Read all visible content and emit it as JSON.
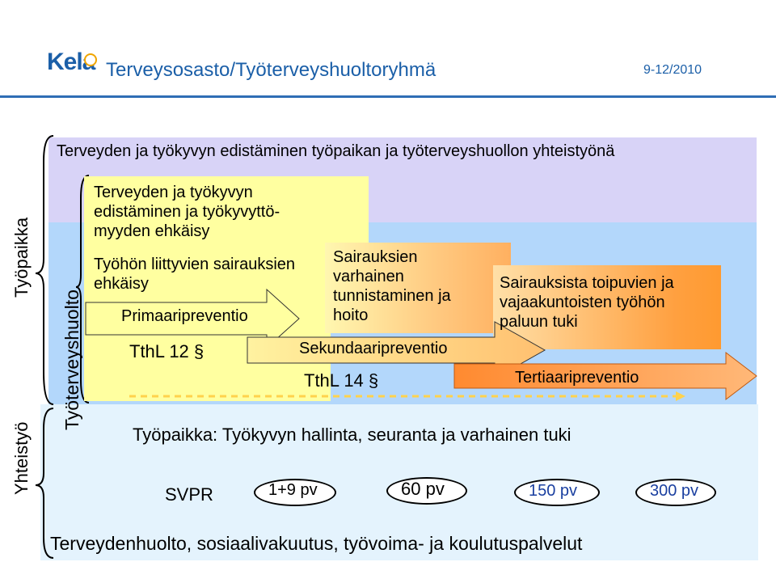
{
  "header": {
    "logo": "Kela",
    "title": "Terveysosasto/Työterveyshuoltoryhmä",
    "date": "9-12/2010"
  },
  "side_labels": {
    "tyopaikka": "Työpaikka",
    "yhteistyo": "Yhteistyö",
    "tyoterveyshuolto": "Työterveyshuolto"
  },
  "main_title": "Terveyden ja työkyvyn edistäminen työpaikan ja työterveyshuollon yhteistyönä",
  "primary": {
    "promotion_lines": [
      "Terveyden ja työkyvyn",
      "edistäminen ja työkyvyttö-",
      "myyden ehkäisy"
    ],
    "prevention_lines": [
      "Työhön liittyvien sairauksien",
      "ehkäisy"
    ],
    "label": "Primaaripreventio",
    "law": "TthL 12 §"
  },
  "secondary": {
    "lines": [
      "Sairauksien",
      "varhainen",
      "tunnistaminen ja",
      "hoito"
    ],
    "label": "Sekundaaripreventio",
    "law": "TthL 14 §"
  },
  "tertiary": {
    "lines": [
      "Sairauksista toipuvien ja",
      "vajaakuntoisten työhön",
      "paluun tuki"
    ],
    "label": "Tertiaaripreventio"
  },
  "workplace_line": "Työpaikka: Työkyvyn hallinta, seuranta ja varhainen tuki",
  "svpr": {
    "label": "SVPR",
    "milestones": [
      "1+9 pv",
      "60 pv",
      "150 pv",
      "300 pv"
    ]
  },
  "footer": "Terveydenhuolto, sosiaalivakuutus, työvoima- ja koulutuspalvelut",
  "colors": {
    "brand": "#1b5fa8",
    "band_top": "#d8d3f7",
    "band_blue": "#b3d7fb",
    "band_bottom": "#e4f3fd",
    "yellow": "#ffffa0",
    "orange": "#ff9a30"
  }
}
